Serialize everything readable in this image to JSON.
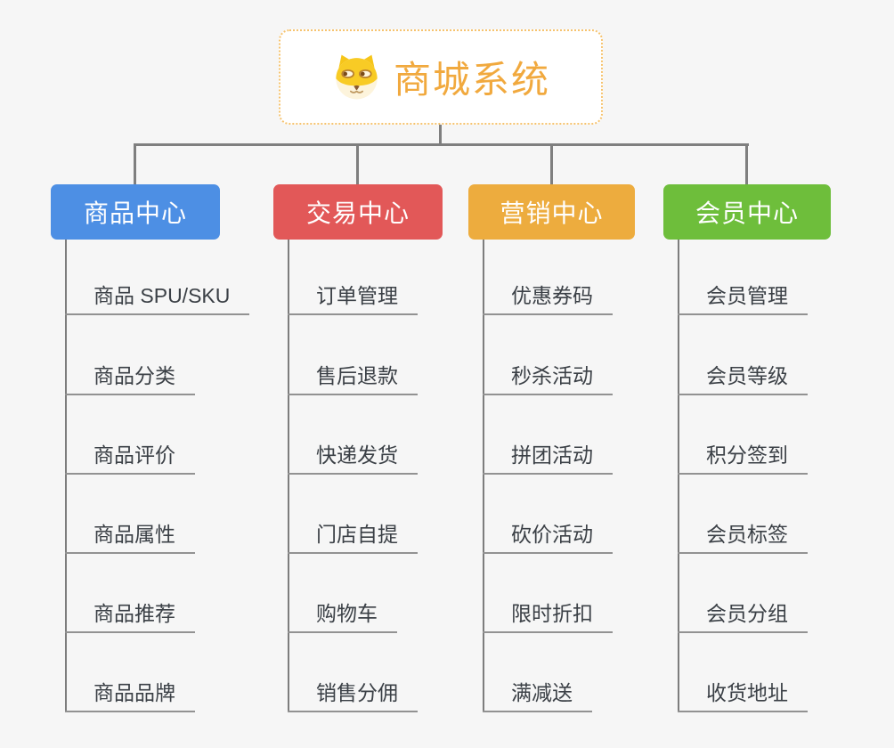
{
  "root": {
    "title": "商城系统",
    "icon": "dog-icon",
    "accent_color": "#f1a93e",
    "border_color": "#f6c36e"
  },
  "connector_color": "#7f7f7f",
  "underline_color": "#929292",
  "branches": [
    {
      "label": "商品中心",
      "color": "#4d8fe4",
      "items": [
        "商品 SPU/SKU",
        "商品分类",
        "商品评价",
        "商品属性",
        "商品推荐",
        "商品品牌"
      ]
    },
    {
      "label": "交易中心",
      "color": "#e25858",
      "items": [
        "订单管理",
        "售后退款",
        "快递发货",
        "门店自提",
        "购物车",
        "销售分佣"
      ]
    },
    {
      "label": "营销中心",
      "color": "#edac3e",
      "items": [
        "优惠券码",
        "秒杀活动",
        "拼团活动",
        "砍价活动",
        "限时折扣",
        "满减送"
      ]
    },
    {
      "label": "会员中心",
      "color": "#6ebe3b",
      "items": [
        "会员管理",
        "会员等级",
        "积分签到",
        "会员标签",
        "会员分组",
        "收货地址"
      ]
    }
  ]
}
